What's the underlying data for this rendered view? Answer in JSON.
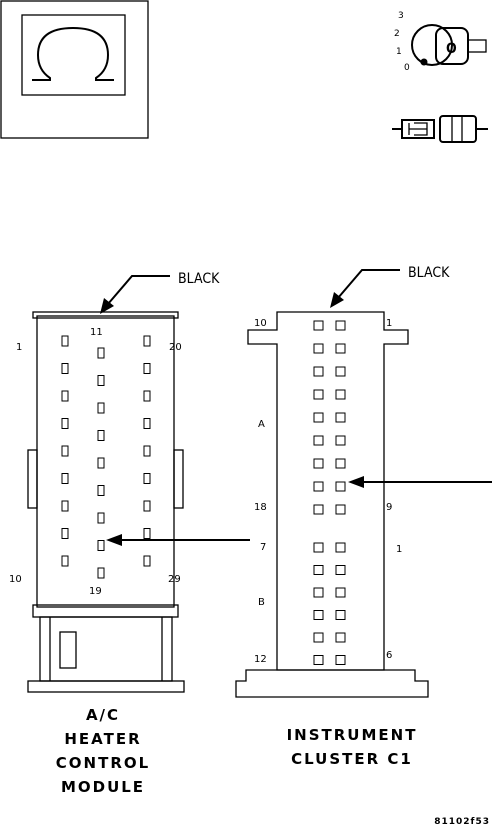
{
  "symbols": {
    "ohm_icon": "omega-icon",
    "ignition_icon": "ignition-key-icon",
    "connector_icon": "disconnect-connector-icon",
    "ignition_positions": [
      "3",
      "2",
      "1",
      "0"
    ],
    "ignition_key_letter": "O"
  },
  "left_connector": {
    "color_label": "BLACK",
    "pin_labels": {
      "top_left": "1",
      "top_center": "11",
      "top_right": "20",
      "bottom_left": "10",
      "bottom_center": "19",
      "bottom_right": "29"
    },
    "title_lines": [
      "A/C",
      "HEATER",
      "CONTROL",
      "MODULE"
    ]
  },
  "right_connector": {
    "color_label": "BLACK",
    "pin_labels": {
      "top_left": "10",
      "top_right": "1",
      "section_a": "A",
      "mid_left": "18",
      "mid_right": "9",
      "section_b_top_left": "7",
      "section_b_top_right": "1",
      "section_b": "B",
      "bottom_left": "12",
      "bottom_right": "6"
    },
    "title_lines": [
      "INSTRUMENT",
      "CLUSTER C1"
    ]
  },
  "figure_code": "81102f53"
}
